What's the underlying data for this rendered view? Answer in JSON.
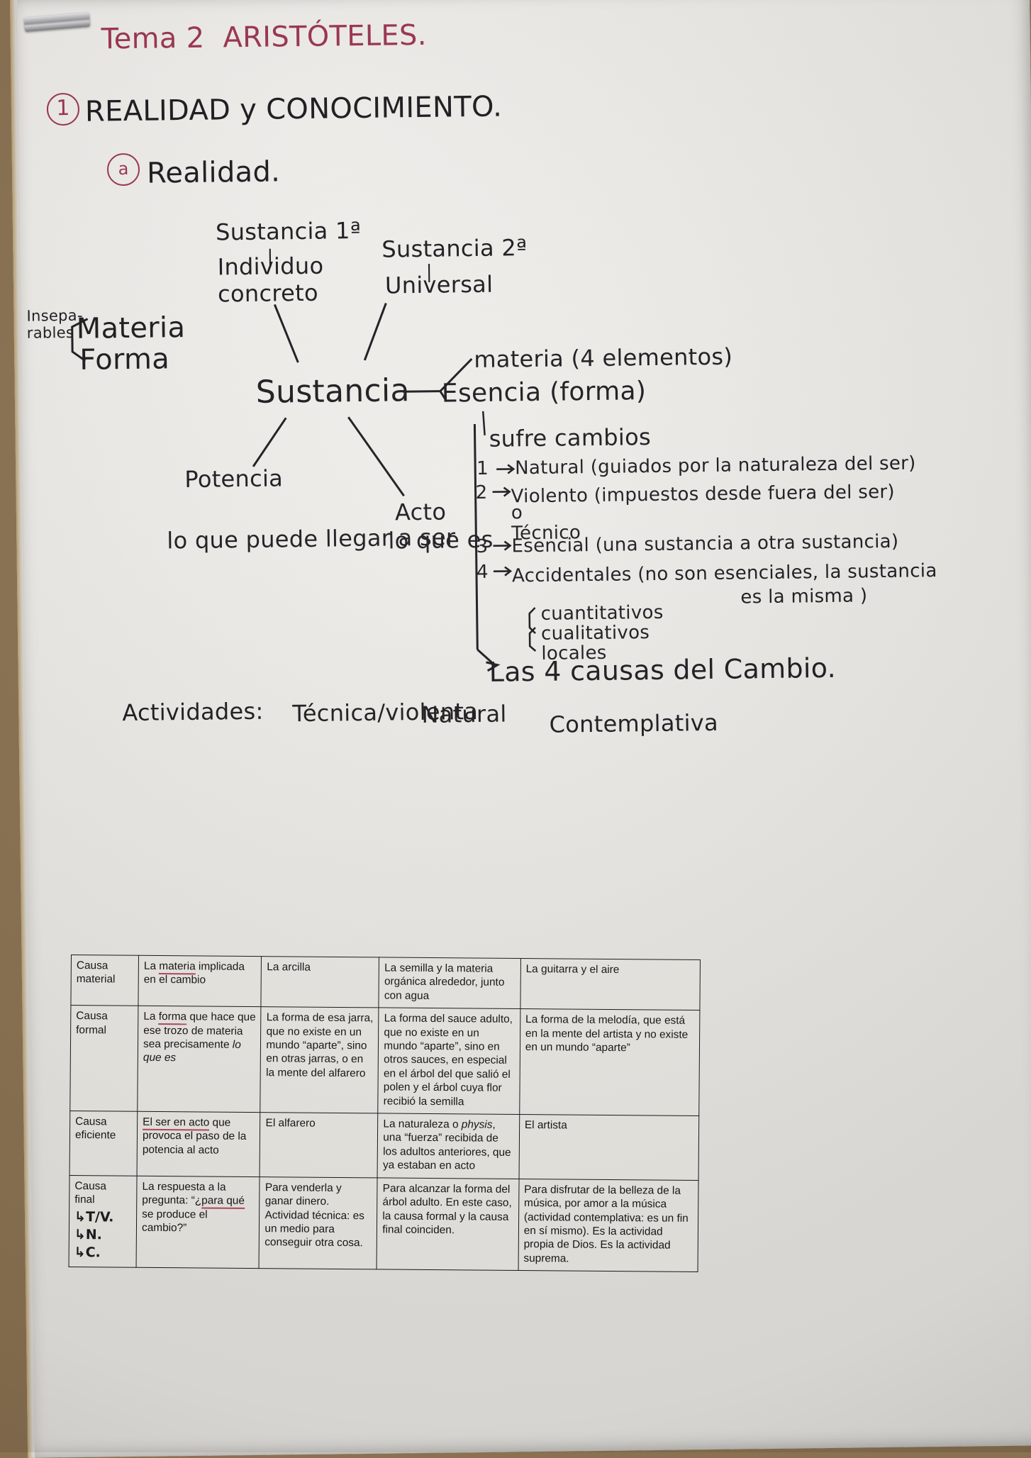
{
  "header": {
    "title": "Tema 2  ARISTÓTELES.",
    "section_number": "1",
    "section_title": "REALIDAD y CONOCIMIENTO.",
    "subsection_marker": "a",
    "subsection_title": "Realidad."
  },
  "diagram": {
    "substance_first": "Sustancia 1ª",
    "substance_first_sub": "Individuo\nconcreto",
    "substance_second": "Sustancia 2ª",
    "substance_second_sub": "Universal",
    "inseparable_label": "Insepa-\nrables",
    "inseparable_items": [
      "Materia",
      "Forma"
    ],
    "center_node": "Sustancia",
    "matter_node": "materia (4 elementos)",
    "essence_node": "Esencia (forma)",
    "potency_node": "Potencia",
    "potency_sub": "lo que puede llegar a ser",
    "act_node": "Acto",
    "act_sub": "lo que es",
    "changes_header": "sufre cambios",
    "changes": [
      {
        "num": "1",
        "arrow": "↳",
        "text": "Natural (guiados por la naturaleza del ser)"
      },
      {
        "num": "2",
        "arrow": "↳",
        "text": "Violento (impuestos desde fuera del ser)"
      },
      {
        "num": "",
        "arrow": "",
        "text": "o\nTécnico"
      },
      {
        "num": "3",
        "arrow": "↳",
        "text": "Esencial (una sustancia a otra sustancia)"
      },
      {
        "num": "4",
        "arrow": "↳",
        "text": "Accidentales (no son esenciales, la sustancia"
      },
      {
        "num": "",
        "arrow": "",
        "text": "es la misma )"
      }
    ],
    "accident_types": [
      "cuantitativos",
      "cualitativos",
      "locales"
    ],
    "conclusion_arrow": "↳",
    "conclusion": "Las 4 causas del Cambio."
  },
  "annotations": {
    "activities_label": "Actividades:",
    "col_technical": "Técnica/violenta",
    "col_natural": "Natural",
    "col_contemplative": "Contemplativa",
    "final_marks": [
      "↳T/V.",
      "↳N.",
      "↳C."
    ]
  },
  "table": {
    "rows": [
      {
        "cause": "Causa\nmaterial",
        "definition_pre": "La ",
        "definition_underlined": "materia",
        "definition_post": " implicada en el cambio",
        "technical": "La arcilla",
        "natural": "La semilla y la materia orgánica alrededor, junto con agua",
        "contemplative": "La guitarra y el aire"
      },
      {
        "cause": "Causa\nformal",
        "definition_pre": "La ",
        "definition_underlined": "forma",
        "definition_post": " que hace que ese trozo de materia sea precisamente ",
        "definition_italic": "lo que es",
        "technical": "La forma de esa jarra, que no existe en un mundo “aparte”, sino en otras jarras, o en la mente del alfarero",
        "natural": "La forma del sauce adulto, que no existe en un mundo “aparte”, sino en otros sauces, en especial en el árbol del que salió el polen y el árbol cuya flor recibió la semilla",
        "contemplative": "La forma de la melodía, que está en la mente del artista y no existe en un mundo “aparte”"
      },
      {
        "cause": "Causa\neficiente",
        "definition_pre": "",
        "definition_underlined": "El ser en acto",
        "definition_post": " que provoca el paso de la potencia al acto",
        "technical": "El alfarero",
        "natural_pre": "La naturaleza o ",
        "natural_italic": "physis",
        "natural_post": ", una “fuerza” recibida de los adultos anteriores, que ya estaban en acto",
        "contemplative": "El artista"
      },
      {
        "cause": "Causa\nfinal",
        "definition_pre": "La respuesta a la pregunta: “¿",
        "definition_underlined": "para qué",
        "definition_post": " se produce el cambio?”",
        "technical": "Para venderla y ganar dinero. Actividad técnica: es un medio para conseguir otra cosa.",
        "natural": "Para alcanzar la forma del árbol adulto. En este caso, la causa formal y la causa final coinciden.",
        "contemplative": "Para disfrutar de la belleza de la música, por amor a la música (actividad contemplativa: es un fin en sí mismo). Es la actividad propia de Dios. Es la actividad suprema."
      }
    ]
  }
}
